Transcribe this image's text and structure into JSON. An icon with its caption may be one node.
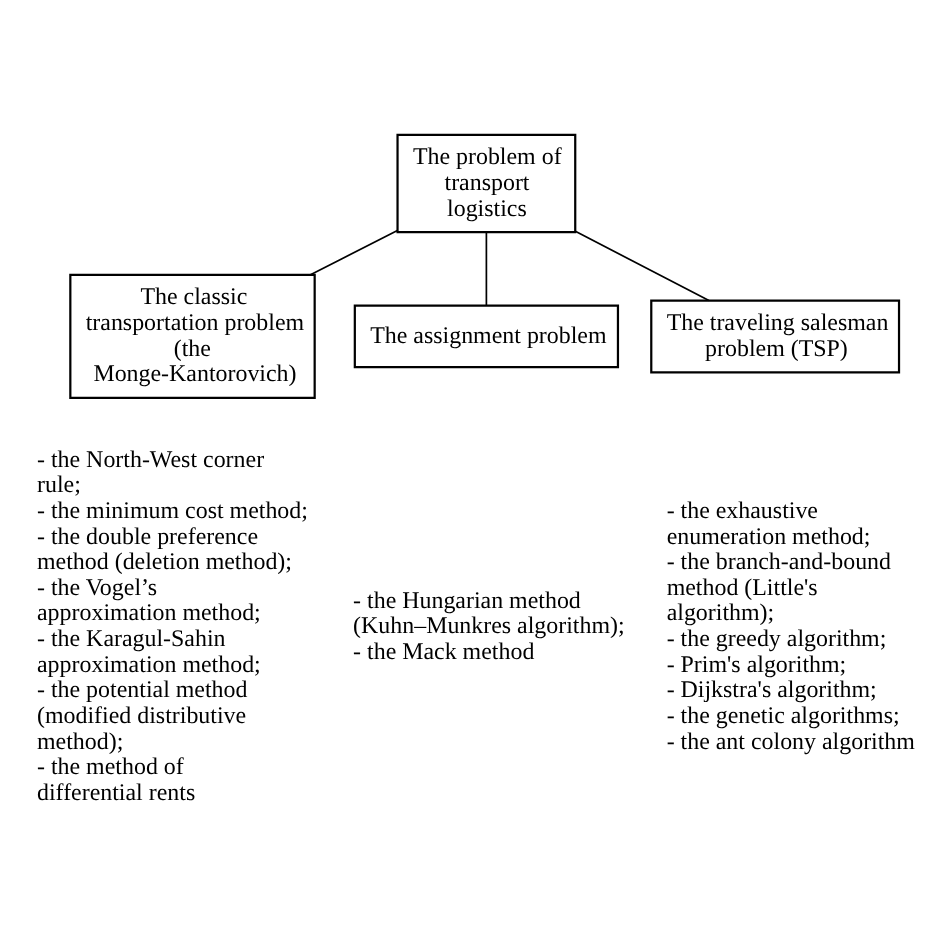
{
  "diagram": {
    "nodes": [
      {
        "text": [
          "The problem of transport logistics"
        ]
      },
      {
        "text": [
          "The classic transportation problem (the Monge-Kantorovich)"
        ],
        "beside": [
          "- the North-West corner rule;",
          "- the minimum cost method;",
          "- the double preference method (deletion method);",
          "- the Vogel’s approximation method;",
          "- the Karagul-Sahin approximation method;",
          "- the potential method (modified distributive method);",
          "- the method of differential rents"
        ]
      },
      {
        "text": [
          "The assignment problem"
        ],
        "beside": [
          "- the Hungarian method (Kuhn–Munkres algorithm);",
          "- the Mack method"
        ]
      },
      {
        "text": [
          "The traveling salesman problem (TSP)"
        ],
        "beside": [
          "- the exhaustive enumeration method;",
          "- the branch-and-bound method (Little's algorithm);",
          "- the greedy algorithm;",
          "- Prim's algorithm;",
          "- Dijkstra's algorithm;",
          "- the genetic algorithms;",
          "- the ant colony algorithm"
        ]
      }
    ],
    "edges": [
      {
        "from": 0,
        "to": 1,
        "arrow": "none"
      },
      {
        "from": 0,
        "to": 2,
        "arrow": "none"
      },
      {
        "from": 0,
        "to": 3,
        "arrow": "none"
      }
    ]
  }
}
